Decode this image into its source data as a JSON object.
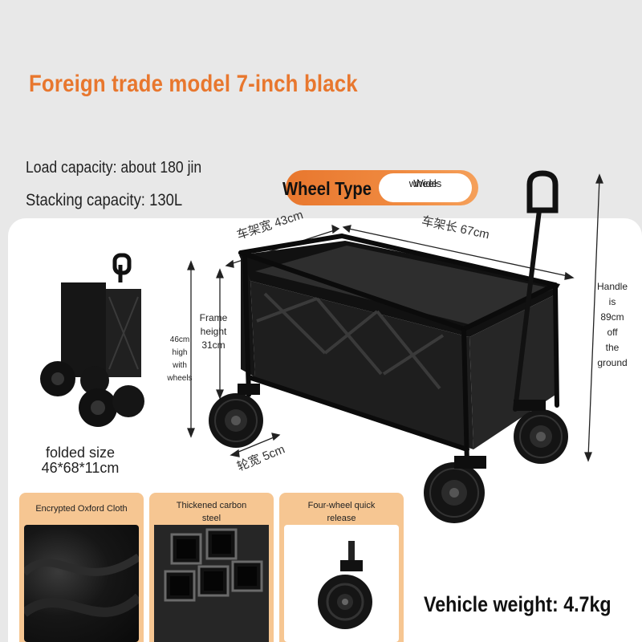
{
  "title": "Foreign trade model 7-inch black",
  "specs": {
    "load_capacity": "Load capacity: about 180 jin",
    "stacking_capacity": "Stacking capacity: 130L"
  },
  "wheel_type": {
    "label": "Wheel Type",
    "value_line1": "Wide",
    "value_line2": "wheels"
  },
  "dimensions": {
    "frame_width": "车架宽 43cm",
    "frame_length": "车架长 67cm",
    "wheel_width": "轮宽 5cm",
    "frame_height_line1": "Frame",
    "frame_height_line2": "height",
    "frame_height_line3": "31cm",
    "high_with_wheels_line1": "46cm",
    "high_with_wheels_line2": "high",
    "high_with_wheels_line3": "with",
    "high_with_wheels_line4": "wheels",
    "handle_line1": "Handle",
    "handle_line2": "is",
    "handle_line3": "89cm",
    "handle_line4": "off",
    "handle_line5": "the",
    "handle_line6": "ground"
  },
  "folded": {
    "label": "folded size",
    "size": "46*68*11cm"
  },
  "features": [
    {
      "title": "Encrypted Oxford Cloth"
    },
    {
      "title_line1": "Thickened carbon",
      "title_line2": "steel"
    },
    {
      "title_line1": "Four-wheel quick",
      "title_line2": "release"
    }
  ],
  "vehicle_weight": "Vehicle weight: 4.7kg",
  "colors": {
    "accent": "#e8772e",
    "feature_bg": "#f6c692",
    "panel": "#ffffff",
    "background": "#e8e8e8",
    "cart": "#1c1c1c"
  },
  "icons": [
    "cart-image",
    "folded-cart-image",
    "oxford-cloth-image",
    "steel-tubes-image",
    "quick-release-wheel-image"
  ]
}
